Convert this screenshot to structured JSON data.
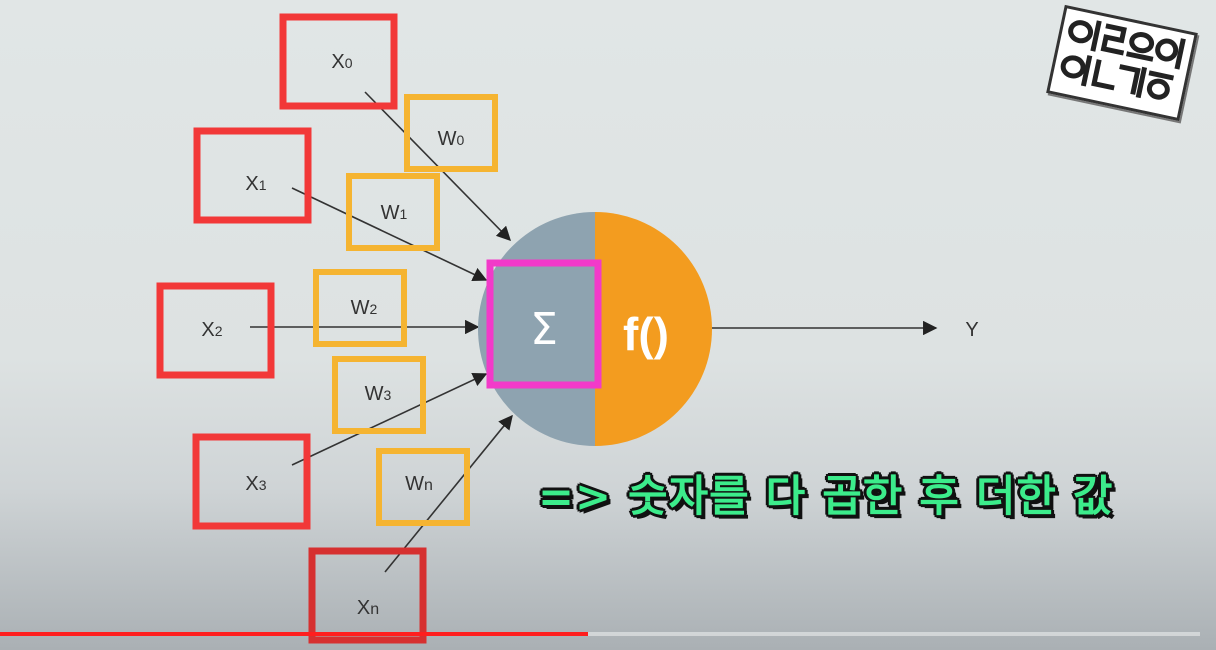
{
  "diagram": {
    "inputs": [
      {
        "base": "X",
        "sub": "0"
      },
      {
        "base": "X",
        "sub": "1"
      },
      {
        "base": "X",
        "sub": "2"
      },
      {
        "base": "X",
        "sub": "3"
      },
      {
        "base": "X",
        "sub": "n"
      }
    ],
    "weights": [
      {
        "base": "W",
        "sub": "0"
      },
      {
        "base": "W",
        "sub": "1"
      },
      {
        "base": "W",
        "sub": "2"
      },
      {
        "base": "W",
        "sub": "3"
      },
      {
        "base": "W",
        "sub": "n"
      }
    ],
    "sum_symbol": "Σ",
    "activation_label": "f()",
    "output_label": "Y"
  },
  "caption": "=> 숫자를 다 곱한 후 더한 값",
  "channel_logo": "이공이 얘기함",
  "colors": {
    "input_box": "#f23838",
    "weight_box": "#f5b431",
    "sum_half": "#8ea3b0",
    "activation_half": "#f39c1f",
    "highlight": "#f23ac9",
    "caption": "#3cec8b",
    "progress": "#ff1e1e"
  },
  "player": {
    "progress_fraction": 0.49
  }
}
